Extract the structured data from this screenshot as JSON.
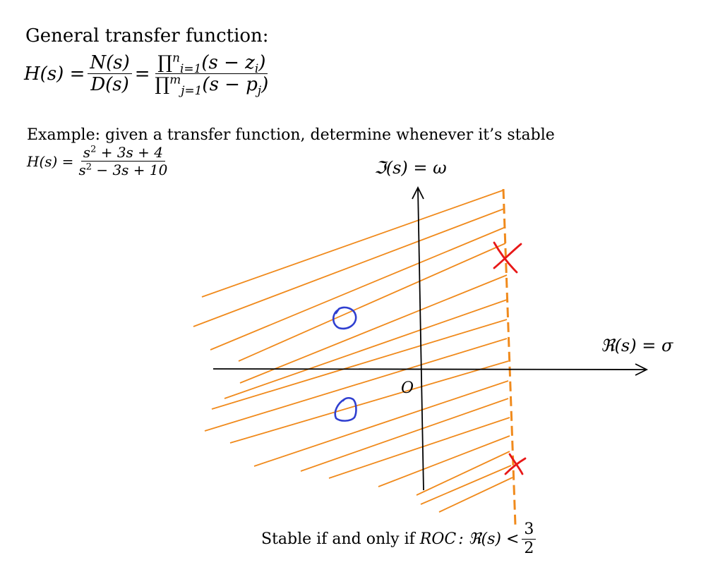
{
  "heading": {
    "label": "General transfer function:",
    "formula": {
      "lhs": "H(s) =",
      "num1": "N(s)",
      "den1": "D(s)",
      "eq": "=",
      "prod_top": "n",
      "prod_bottom": "i=1",
      "num2_term": "(s − z",
      "num2_sub": "i",
      "prod_top2": "m",
      "prod_bottom2": "j=1",
      "den2_term": "(s − p",
      "den2_sub": "j"
    }
  },
  "example": {
    "label": "Example: given a transfer function, determine whenever it’s stable",
    "lhs": "H(s) =",
    "numerator": "+ 3s + 4",
    "denominator": "− 3s + 10",
    "var": "s",
    "exp": "2"
  },
  "axes": {
    "imag_label": "ℑ(s) = ω",
    "real_label": "ℜ(s) = σ",
    "origin_label": "O"
  },
  "annotations": {
    "zeros": 2,
    "poles": 2
  },
  "footer": {
    "text": "Stable if and only if",
    "roc": "ROC",
    "cond": ": ℜ(s) <",
    "frac_num": "3",
    "frac_den": "2"
  },
  "colors": {
    "hatch": "#f08a1c",
    "zero": "#2f3fd0",
    "pole": "#e81818",
    "axis": "#000000"
  }
}
